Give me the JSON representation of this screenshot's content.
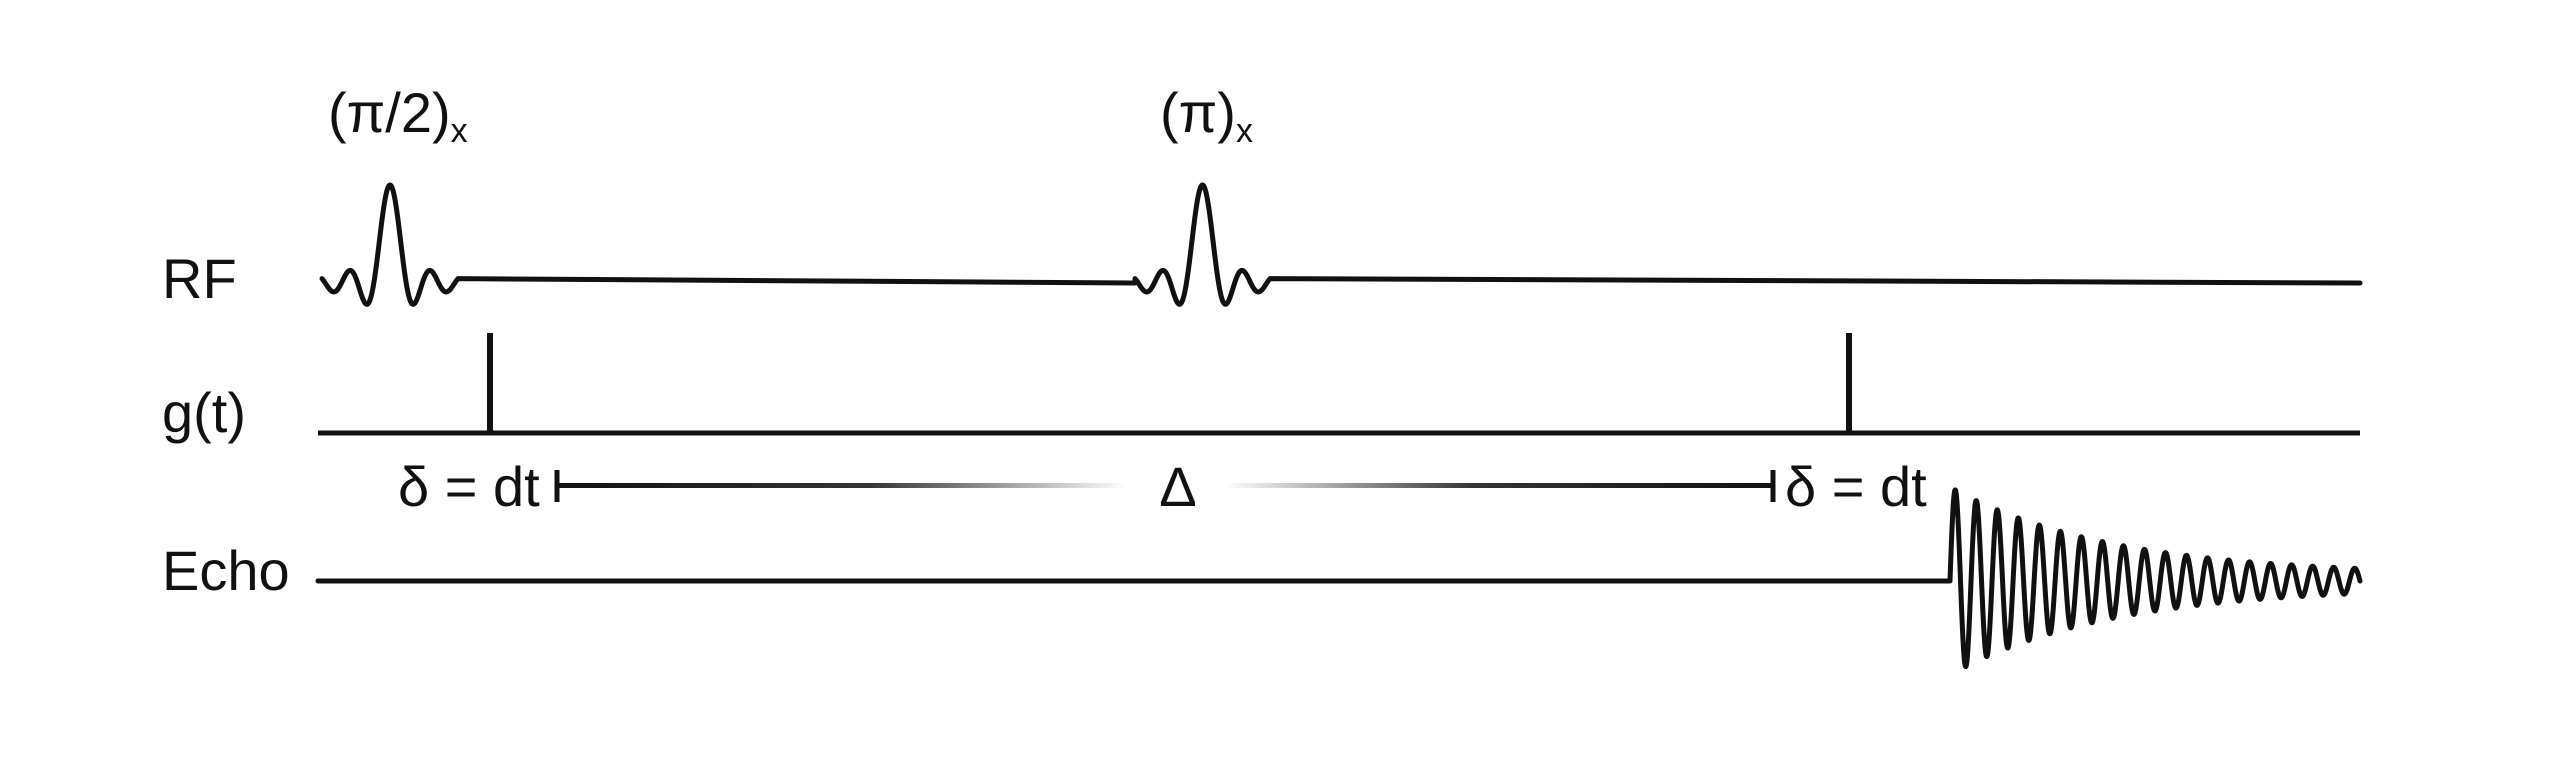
{
  "pulses": {
    "first_label": "(π/2)",
    "first_sub": "x",
    "second_label": "(π)",
    "second_sub": "x"
  },
  "rows": {
    "rf": "RF",
    "gradient": "g(t)",
    "echo": "Echo"
  },
  "timing": {
    "delta_left": "δ = dt",
    "big_delta": "Δ",
    "delta_right": "δ = dt"
  },
  "colors": {
    "stroke": "#111111",
    "background": "#ffffff"
  }
}
